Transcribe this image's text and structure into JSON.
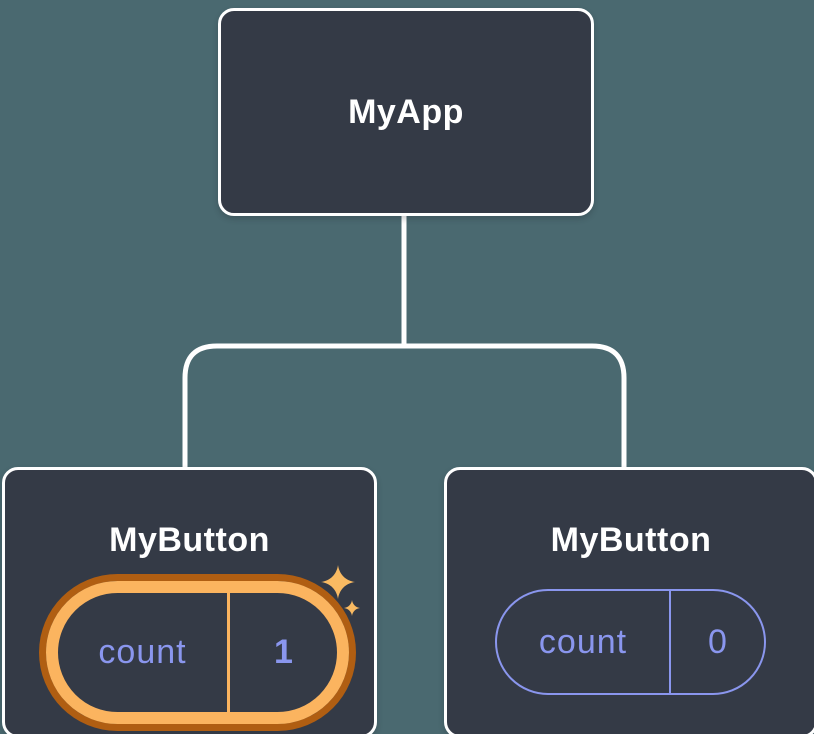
{
  "colors": {
    "background": "#4a6970",
    "node-fill": "#343a46",
    "node-border": "#ffffff",
    "connector": "#ffffff",
    "label-text": "#ffffff",
    "state-accent": "#8a96ee",
    "highlight-ring": "#fbb45f",
    "highlight-ring-dark": "#b05e12",
    "sparkle": "#f9ba62"
  },
  "tree": {
    "root": {
      "label": "MyApp"
    },
    "children": [
      {
        "label": "MyButton",
        "state": {
          "key": "count",
          "value": "1"
        },
        "highlighted": true
      },
      {
        "label": "MyButton",
        "state": {
          "key": "count",
          "value": "0"
        },
        "highlighted": false
      }
    ]
  }
}
